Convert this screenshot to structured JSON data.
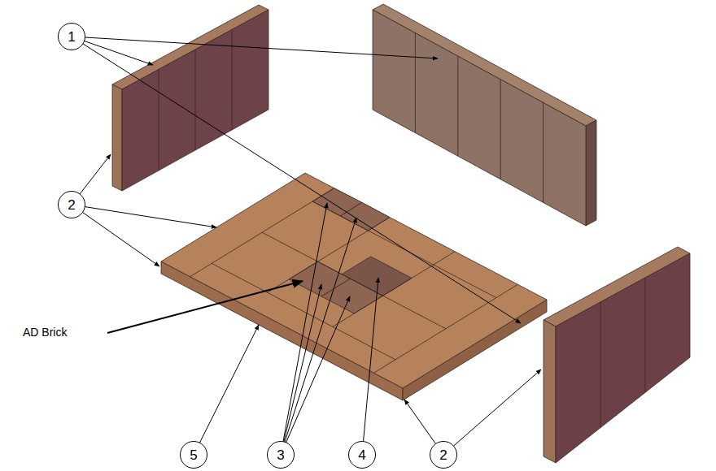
{
  "diagram": {
    "nodes": [
      {
        "text": [
          "1"
        ]
      },
      {
        "text": [
          "2"
        ]
      },
      {
        "text": [
          "5"
        ]
      },
      {
        "text": [
          "3"
        ]
      },
      {
        "text": [
          "4"
        ]
      },
      {
        "text": [
          "2"
        ]
      }
    ],
    "labels": [
      "AD Brick"
    ]
  }
}
